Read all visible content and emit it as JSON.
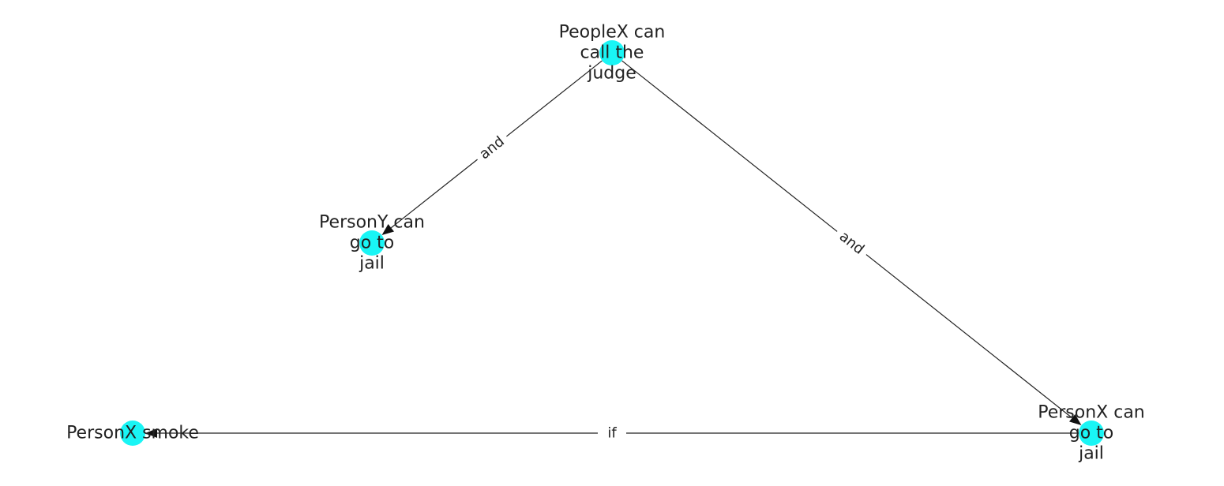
{
  "diagram": {
    "type": "directed-graph",
    "node_color": "#19f5f5",
    "edge_color": "#222222",
    "nodes": [
      {
        "id": "peoplex_judge",
        "lines": [
          "PeopleX can",
          "call the",
          "judge"
        ]
      },
      {
        "id": "persony_jail",
        "lines": [
          "PersonY can",
          "go to",
          "jail"
        ]
      },
      {
        "id": "personx_jail",
        "lines": [
          "PersonX can",
          "go to",
          "jail"
        ]
      },
      {
        "id": "personx_smoke",
        "lines": [
          "PersonX smoke"
        ]
      }
    ],
    "edges": [
      {
        "source": "peoplex_judge",
        "target": "persony_jail",
        "label": "and"
      },
      {
        "source": "peoplex_judge",
        "target": "personx_jail",
        "label": "and"
      },
      {
        "source": "personx_jail",
        "target": "personx_smoke",
        "label": "if"
      }
    ]
  }
}
